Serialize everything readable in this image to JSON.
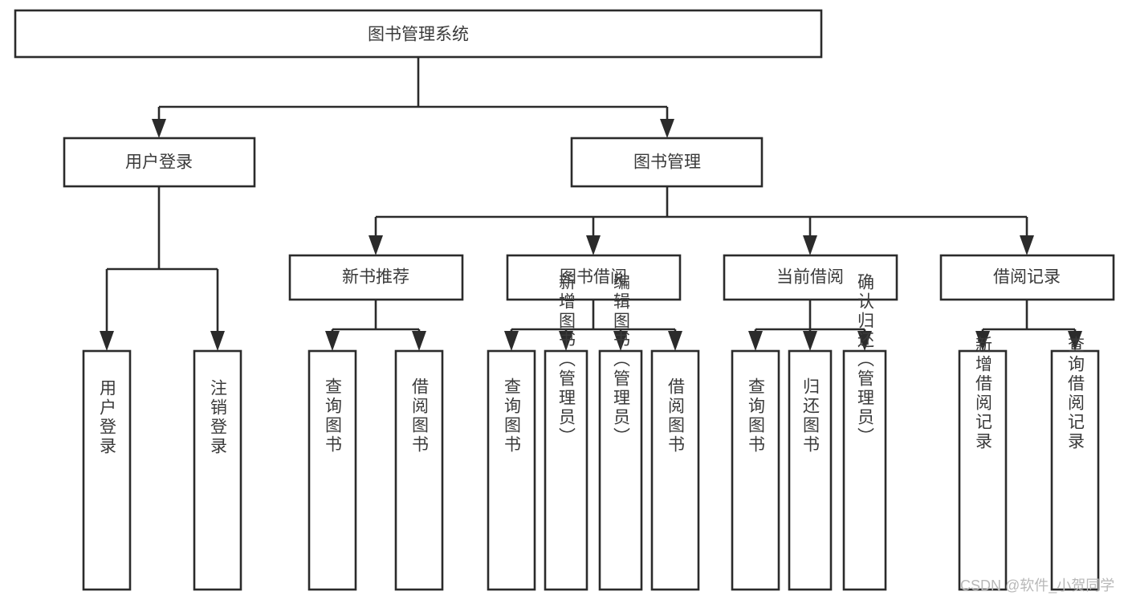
{
  "diagram": {
    "type": "hierarchy-tree",
    "orientation": "top-down",
    "root": {
      "id": "root",
      "label": "图书管理系统",
      "text_direction": "horizontal"
    },
    "level1": [
      {
        "id": "user-login",
        "label": "用户登录",
        "text_direction": "horizontal"
      },
      {
        "id": "book-management",
        "label": "图书管理",
        "text_direction": "horizontal"
      }
    ],
    "level2": [
      {
        "id": "new-book-recommend",
        "label": "新书推荐",
        "parent": "book-management",
        "text_direction": "horizontal"
      },
      {
        "id": "book-borrow",
        "label": "图书借阅",
        "parent": "book-management",
        "text_direction": "horizontal"
      },
      {
        "id": "current-borrow",
        "label": "当前借阅",
        "parent": "book-management",
        "text_direction": "horizontal"
      },
      {
        "id": "borrow-record",
        "label": "借阅记录",
        "parent": "book-management",
        "text_direction": "horizontal"
      }
    ],
    "leaves": [
      {
        "id": "leaf-user-login",
        "label": "用户登录",
        "parent": "user-login",
        "text_direction": "vertical"
      },
      {
        "id": "leaf-logout-login",
        "label": "注销登录",
        "parent": "user-login",
        "text_direction": "vertical"
      },
      {
        "id": "leaf-query-book-1",
        "label": "查询图书",
        "parent": "new-book-recommend",
        "text_direction": "vertical"
      },
      {
        "id": "leaf-borrow-book-1",
        "label": "借阅图书",
        "parent": "new-book-recommend",
        "text_direction": "vertical"
      },
      {
        "id": "leaf-query-book-2",
        "label": "查询图书",
        "parent": "book-borrow",
        "text_direction": "vertical"
      },
      {
        "id": "leaf-add-book-admin",
        "label": "新增图书（管理员）",
        "parent": "book-borrow",
        "text_direction": "vertical"
      },
      {
        "id": "leaf-edit-book-admin",
        "label": "编辑图书（管理员）",
        "parent": "book-borrow",
        "text_direction": "vertical"
      },
      {
        "id": "leaf-borrow-book-2",
        "label": "借阅图书",
        "parent": "book-borrow",
        "text_direction": "vertical"
      },
      {
        "id": "leaf-query-book-3",
        "label": "查询图书",
        "parent": "current-borrow",
        "text_direction": "vertical"
      },
      {
        "id": "leaf-return-book",
        "label": "归还图书",
        "parent": "current-borrow",
        "text_direction": "vertical"
      },
      {
        "id": "leaf-confirm-return-admin",
        "label": "确认归还（管理员）",
        "parent": "current-borrow",
        "text_direction": "vertical"
      },
      {
        "id": "leaf-add-borrow-record",
        "label": "新增借阅记录",
        "parent": "borrow-record",
        "text_direction": "vertical"
      },
      {
        "id": "leaf-query-borrow-record",
        "label": "查询借阅记录",
        "parent": "borrow-record",
        "text_direction": "vertical"
      }
    ]
  },
  "watermark": {
    "text": "CSDN @软件_小贺同学"
  },
  "colors": {
    "background": "#ffffff",
    "box_fill": "#ffffff",
    "box_stroke": "#2b2b2b",
    "text": "#3a3a3a",
    "watermark": "#b8b8b8"
  }
}
